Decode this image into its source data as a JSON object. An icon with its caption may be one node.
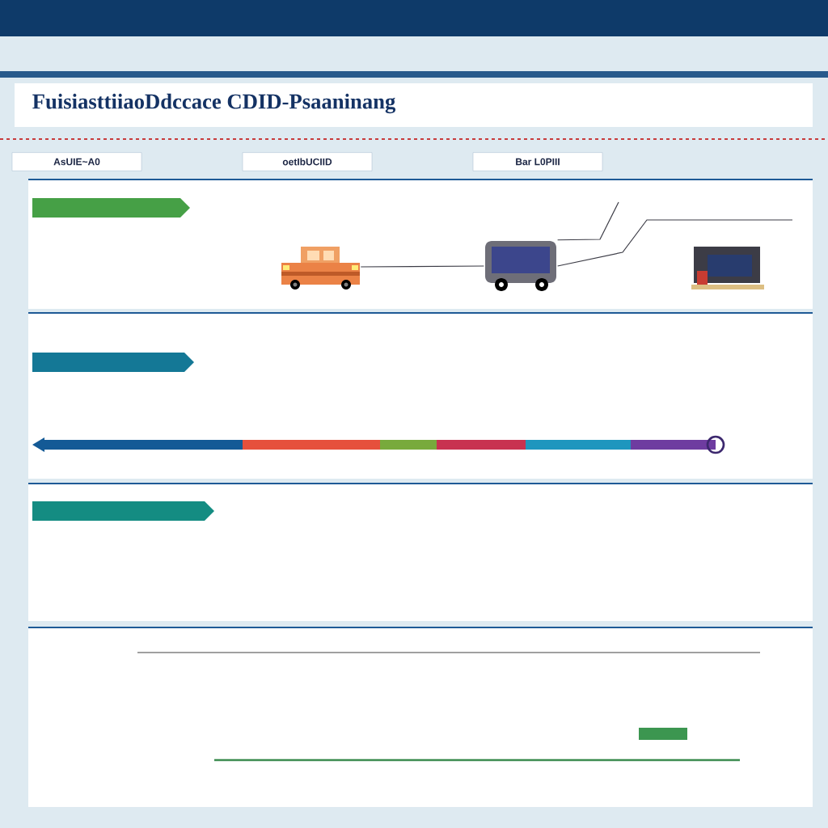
{
  "diagram": {
    "title": "FuisiasttiiaoDdccace CDID-Psaaninang",
    "nodes": [
      {
        "text": [
          "AsUIE~A0"
        ]
      },
      {
        "text": [
          "oetIbUCIID"
        ]
      },
      {
        "text": [
          "Bar L0PIII"
        ]
      },
      {
        "text": [],
        "shape": "picture"
      },
      {
        "text": [],
        "shape": "picture"
      },
      {
        "text": [],
        "shape": "picture"
      }
    ],
    "edges": [
      {
        "from": 3,
        "to": 4,
        "arrow": "none"
      },
      {
        "from": null,
        "to": 4,
        "arrow": "none"
      },
      {
        "from": null,
        "to": 4,
        "arrow": "none"
      }
    ]
  }
}
